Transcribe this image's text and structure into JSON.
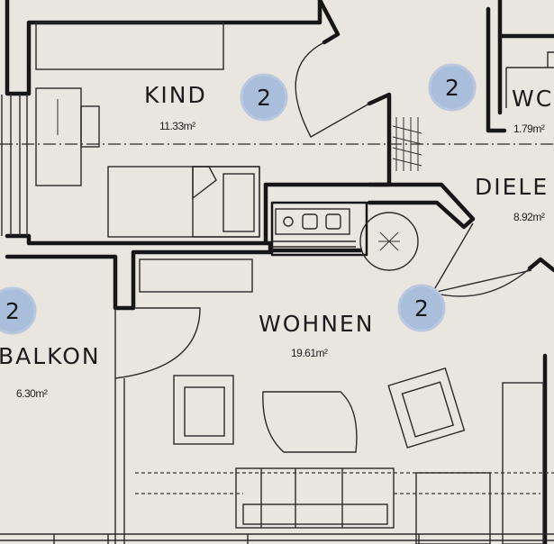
{
  "rooms": {
    "kind": {
      "name": "KIND",
      "area": "11.33m²"
    },
    "wc": {
      "name": "WC",
      "area": "1.79m²"
    },
    "diele": {
      "name": "DIELE",
      "area": "8.92m²"
    },
    "wohnen": {
      "name": "WOHNEN",
      "area": "19.61m²"
    },
    "balkon": {
      "name": "BALKON",
      "area": "6.30m²"
    }
  },
  "badges": {
    "kind": "2",
    "wc": "2",
    "diele": "2",
    "balkon": "2"
  },
  "colors": {
    "paper": "#e9e6df",
    "wall": "#161616",
    "badge": "#a9bedb"
  }
}
